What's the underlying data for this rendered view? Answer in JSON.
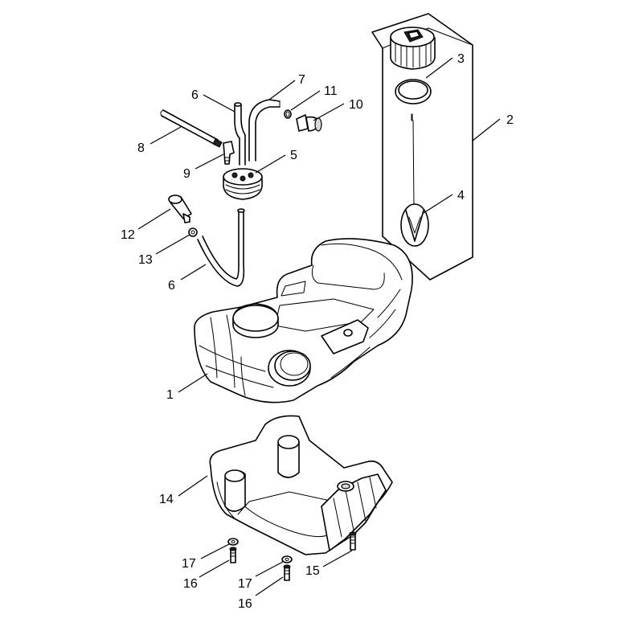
{
  "callouts": [
    {
      "id": "c1",
      "text": "1"
    },
    {
      "id": "c2",
      "text": "2"
    },
    {
      "id": "c3",
      "text": "3"
    },
    {
      "id": "c4",
      "text": "4"
    },
    {
      "id": "c5",
      "text": "5"
    },
    {
      "id": "c6a",
      "text": "6"
    },
    {
      "id": "c6b",
      "text": "6"
    },
    {
      "id": "c7",
      "text": "7"
    },
    {
      "id": "c8",
      "text": "8"
    },
    {
      "id": "c9",
      "text": "9"
    },
    {
      "id": "c10",
      "text": "10"
    },
    {
      "id": "c11",
      "text": "11"
    },
    {
      "id": "c12",
      "text": "12"
    },
    {
      "id": "c13",
      "text": "13"
    },
    {
      "id": "c14",
      "text": "14"
    },
    {
      "id": "c15",
      "text": "15"
    },
    {
      "id": "c16a",
      "text": "16"
    },
    {
      "id": "c16b",
      "text": "16"
    },
    {
      "id": "c17a",
      "text": "17"
    },
    {
      "id": "c17b",
      "text": "17"
    }
  ]
}
